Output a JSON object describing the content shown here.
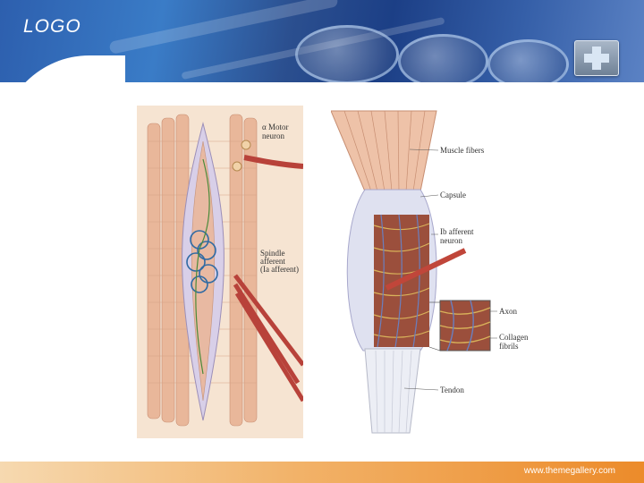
{
  "header": {
    "logo_text": "LOGO",
    "icon": "medical-cross-icon"
  },
  "figure_left": {
    "labels": {
      "motor_line1": "α Motor",
      "motor_line2": "neuron",
      "spindle_line1": "Spindle",
      "spindle_line2": "afferent",
      "spindle_line3": "(Ia afferent)"
    }
  },
  "figure_right": {
    "labels": {
      "muscle_fibers": "Muscle fibers",
      "capsule": "Capsule",
      "ib_line1": "Ib afferent",
      "ib_line2": "neuron",
      "axon": "Axon",
      "collagen_line1": "Collagen",
      "collagen_line2": "fibrils",
      "tendon": "Tendon"
    }
  },
  "footer": {
    "url": "www.themegallery.com"
  },
  "colors": {
    "footer_orange": "#ec8b2a",
    "banner_blue": "#2b4f8f"
  }
}
